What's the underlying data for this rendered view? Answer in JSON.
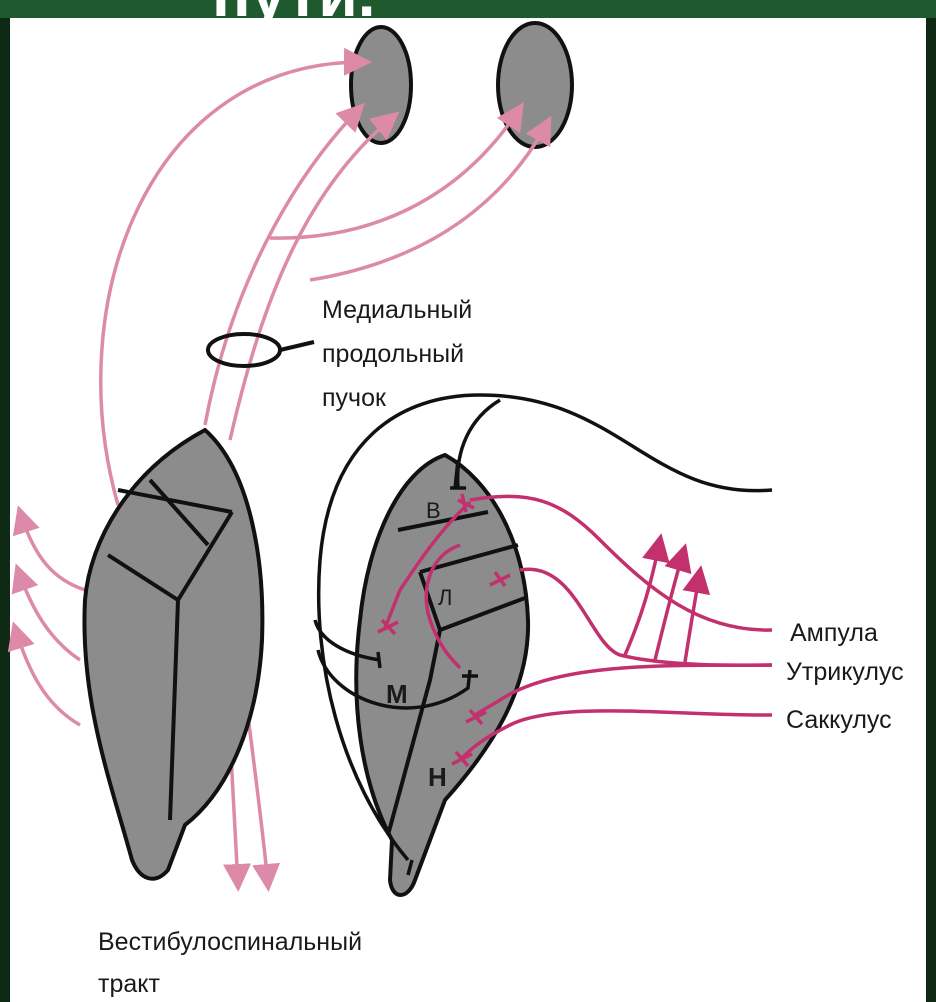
{
  "header": {
    "title_fragment": "пути."
  },
  "colors": {
    "frame_dark": "#0e2a14",
    "frame_green": "#1f5a2e",
    "nucleus_fill": "#8c8c8c",
    "outline": "#111111",
    "fiber_light": "#dc8aa8",
    "fiber_magenta": "#c2306e",
    "background": "#ffffff"
  },
  "labels": {
    "mlf": [
      "Медиальный",
      "продольный",
      "пучок"
    ],
    "ampulla": "Ампула",
    "utriculus": "Утрикулус",
    "sacculus": "Саккулус",
    "vestibulospinal": [
      "Вестибулоспинальный",
      "тракт"
    ],
    "nuclei": {
      "superior": "В",
      "lateral": "Л",
      "medial": "М",
      "inferior": "Н"
    }
  }
}
